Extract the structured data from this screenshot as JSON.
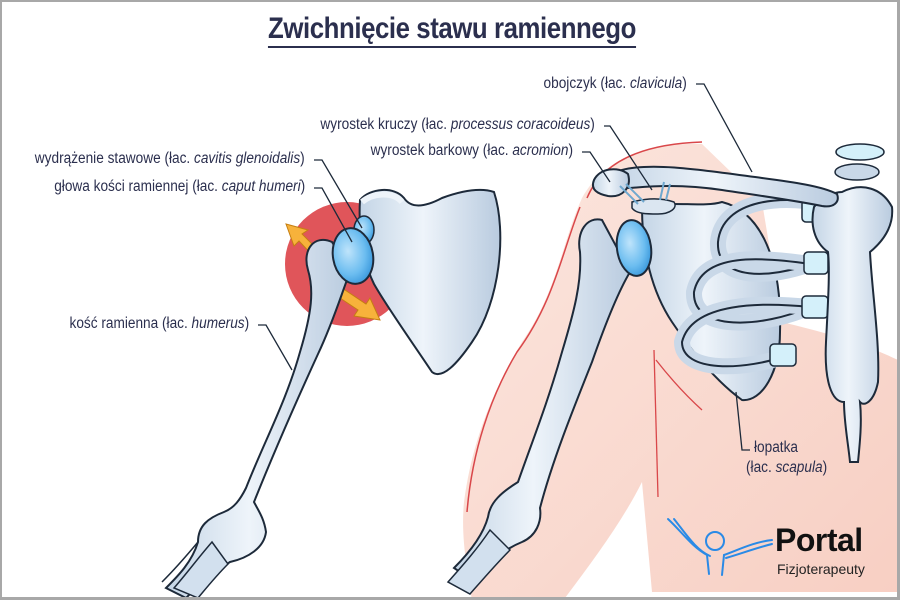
{
  "title": "Zwichnięcie stawu ramiennego",
  "labels": {
    "cavitis": {
      "pl": "wydrążenie stawowe (łac. ",
      "lat": "cavitis glenoidalis",
      "end": ")"
    },
    "caput": {
      "pl": "głowa kości ramiennej (łac. ",
      "lat": "caput humeri",
      "end": ")"
    },
    "humerus": {
      "pl": "kość ramienna (łac. ",
      "lat": "humerus",
      "end": ")"
    },
    "coracoid": {
      "pl": "wyrostek kruczy (łac. ",
      "lat": "processus coracoideus",
      "end": ")"
    },
    "acromion": {
      "pl": "wyrostek barkowy (łac. ",
      "lat": "acromion",
      "end": ")"
    },
    "clavicula": {
      "pl": "obojczyk (łac. ",
      "lat": "clavicula",
      "end": ")"
    },
    "scapula": {
      "pl": "łopatka",
      "pl2": "(łac. ",
      "lat": "scapula",
      "end": ")"
    }
  },
  "logo": {
    "name": "Portal",
    "subtitle": "Fizjoterapeuty"
  },
  "colors": {
    "title": "#2b2f4e",
    "bone": "#dbe6f1",
    "bone_shadow": "#b7c9dc",
    "cartilage": "#5fb3ea",
    "dislocation_circle": "#e0555a",
    "arrow": "#f7b23b",
    "skin": "#f9d4c8",
    "logo_figure": "#2a8ae6"
  }
}
